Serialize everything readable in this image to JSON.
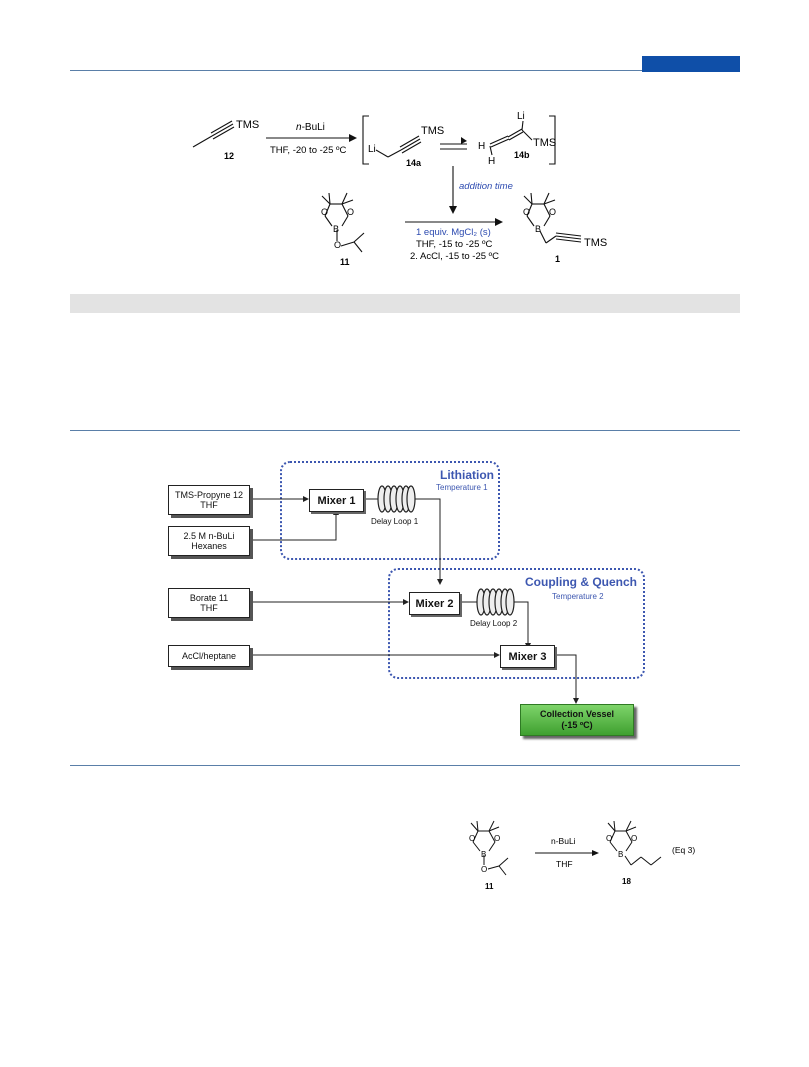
{
  "header": {
    "accent_color": "#0f4fa8"
  },
  "scheme1": {
    "reactant_tms": "TMS",
    "reactant_id": "12",
    "reagent_top": "n-BuLi",
    "reagent_top_italic": "n",
    "reagent_top_rest": "-BuLi",
    "conditions_bottom": "THF, -20 to -25 ºC",
    "int_a_li": "Li",
    "int_a_tms": "TMS",
    "int_a_id": "14a",
    "int_b_li": "Li",
    "int_b_tms": "TMS",
    "int_b_h1": "H",
    "int_b_h2": "H",
    "int_b_id": "14b",
    "addition_time": "addition time",
    "borate_id": "11",
    "cond1": "1 equiv. MgCl₂ (s)",
    "cond2": "THF, -15 to -25 ºC",
    "cond3": "2. AcCl, -15 to -25 ºC",
    "product_tms": "TMS",
    "product_id": "1",
    "atom_O": "O",
    "atom_B": "B"
  },
  "flow": {
    "feed1_line1": "TMS-Propyne 12",
    "feed1_line2": "THF",
    "feed2_line1": "2.5 M n-BuLi",
    "feed2_line2": "Hexanes",
    "feed3_line1": "Borate 11",
    "feed3_line2": "THF",
    "feed4": "AcCl/heptane",
    "mixer1": "Mixer 1",
    "mixer2": "Mixer 2",
    "mixer3": "Mixer 3",
    "loop1": "Delay Loop 1",
    "loop2": "Delay Loop 2",
    "zone1_title": "Lithiation",
    "zone1_sub": "Temperature 1",
    "zone2_title": "Coupling & Quench",
    "zone2_sub": "Temperature 2",
    "collect_line1": "Collection Vessel",
    "collect_line2": "(-15 ºC)",
    "zone_color": "#3d57b0",
    "collect_color": "#4caf3a"
  },
  "eq3": {
    "reactant_id": "11",
    "reagent": "n-BuLi",
    "solvent": "THF",
    "product_id": "18",
    "label": "(Eq 3)"
  }
}
